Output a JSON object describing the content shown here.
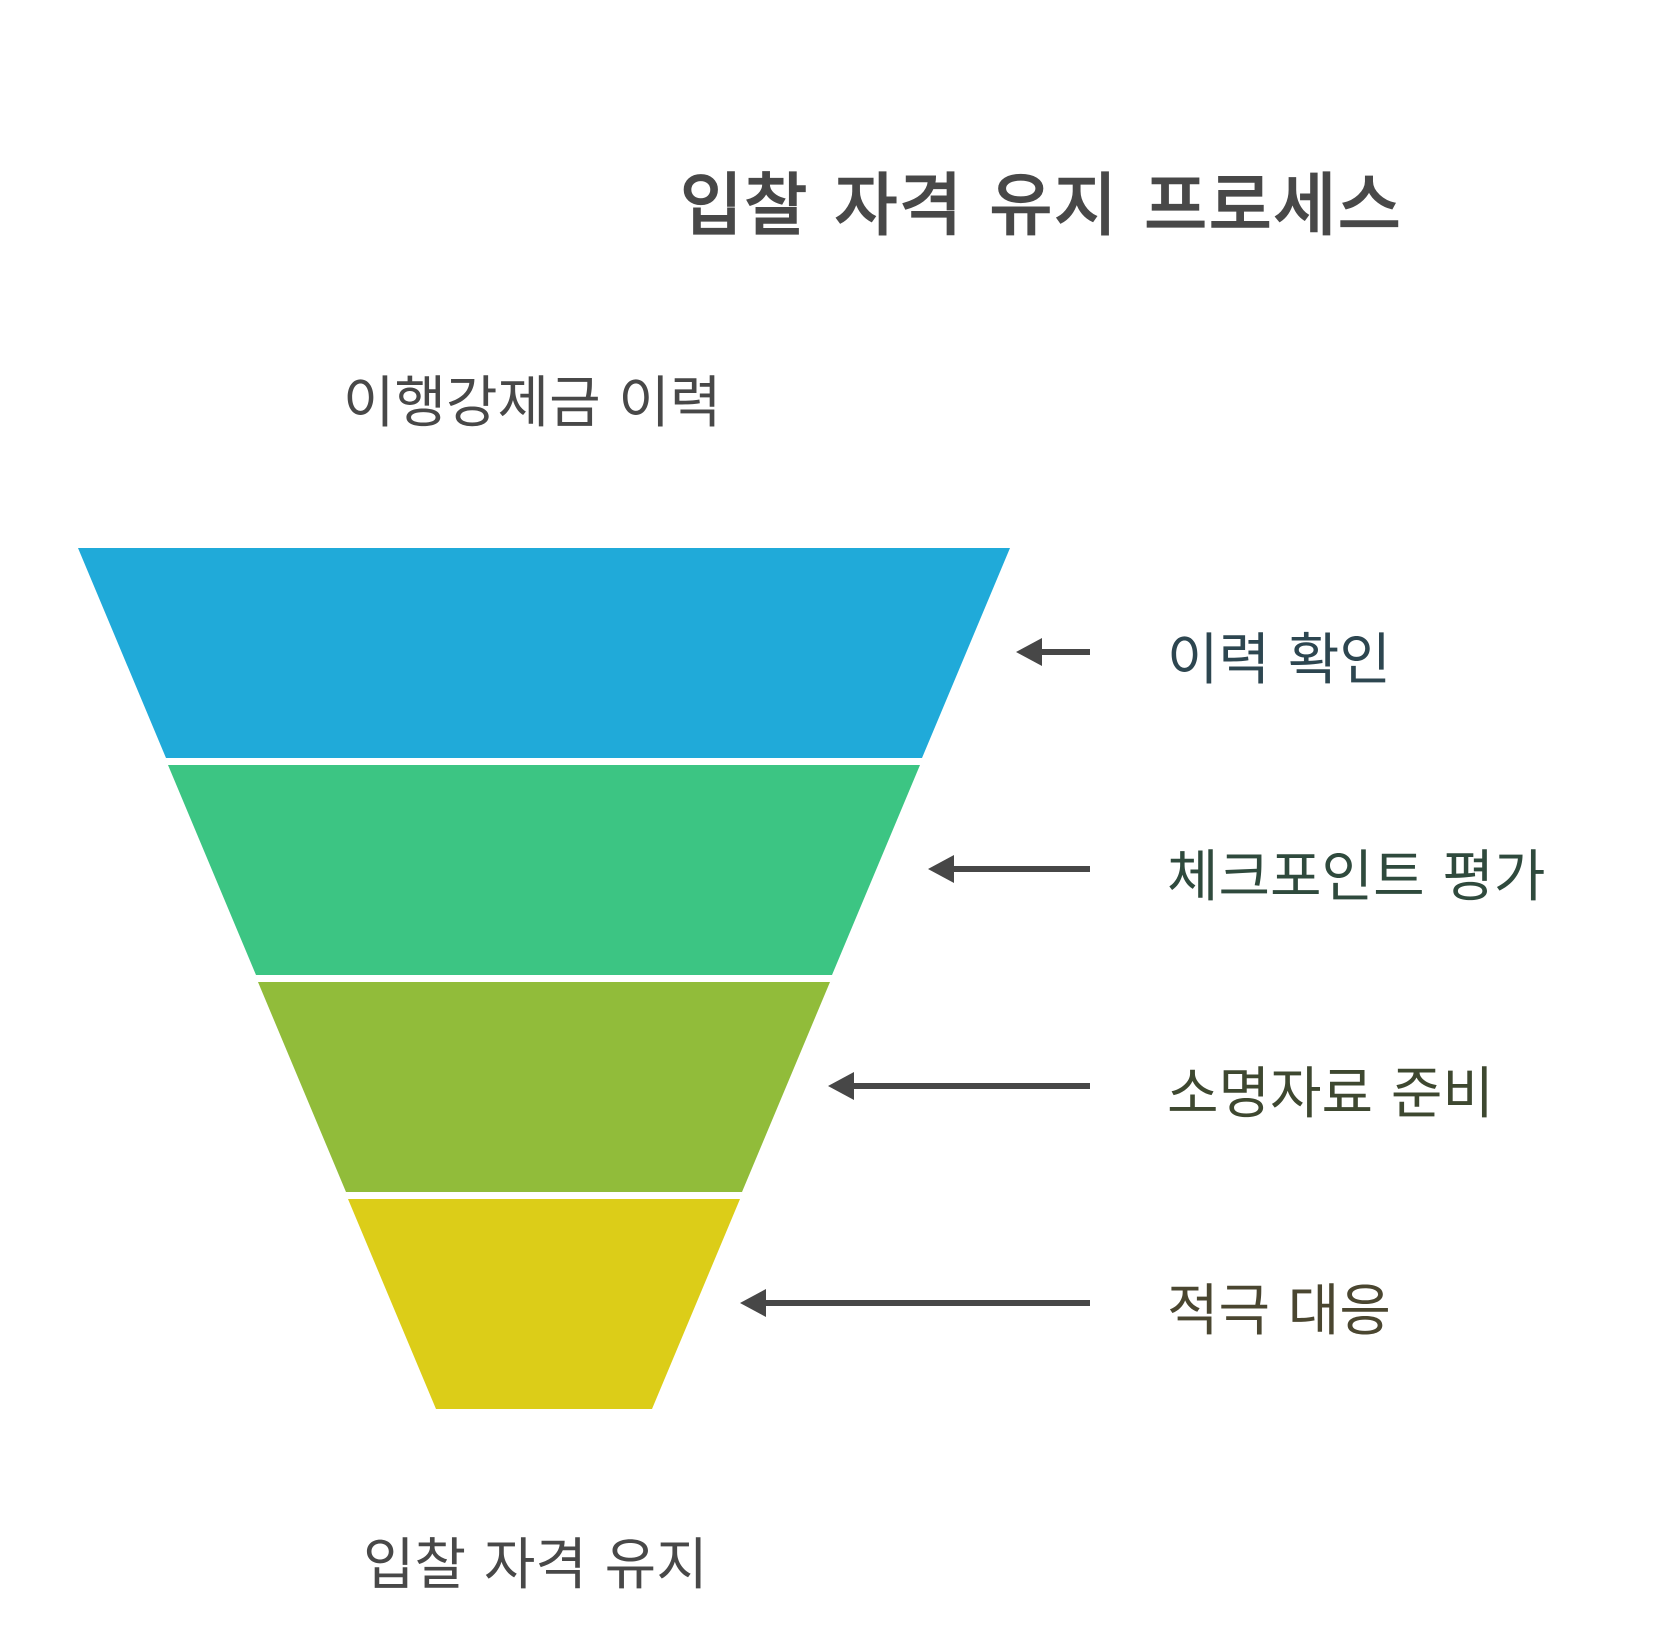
{
  "title": "입찰 자격 유지 프로세스",
  "input_label": "이행강제금 이력",
  "output_label": "입찰 자격 유지",
  "stages": [
    {
      "label": "이력 확인",
      "fill": "#20aad9",
      "label_color": "#2d4650"
    },
    {
      "label": "체크포인트 평가",
      "fill": "#3cc583",
      "label_color": "#2f4a3d"
    },
    {
      "label": "소명자료 준비",
      "fill": "#91bc3a",
      "label_color": "#3e4830"
    },
    {
      "label": "적극 대응",
      "fill": "#dccd18",
      "label_color": "#4a4630"
    }
  ],
  "arrow_color": "#474747"
}
